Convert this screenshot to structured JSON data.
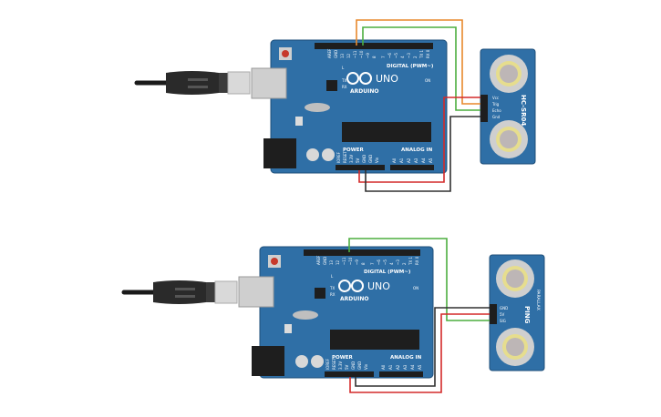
{
  "circuits": [
    {
      "board": {
        "digital_header": "DIGITAL (PWM~)",
        "brand": "ARDUINO",
        "model": "UNO",
        "power_label": "POWER",
        "analog_label": "ANALOG IN",
        "on_label": "ON",
        "tx_label": "TX",
        "rx_label": "RX",
        "l_label": "L",
        "aref_label": "AREF",
        "gnd_label": "GND",
        "digital_pins": [
          "13",
          "12",
          "~11",
          "~10",
          "~9",
          "8",
          "7",
          "~6",
          "~5",
          "4",
          "~3",
          "2",
          "TX 1",
          "RX 0"
        ],
        "power_pins": [
          "IOREF",
          "RESET",
          "3.3V",
          "5V",
          "GND",
          "GND",
          "Vin"
        ],
        "analog_pins": [
          "A0",
          "A1",
          "A2",
          "A3",
          "A4",
          "A5"
        ]
      },
      "sensor": {
        "model": "HC-SR04",
        "pins": [
          "Vcc",
          "Trig",
          "Echo",
          "Gnd"
        ]
      },
      "wire_colors": {
        "trig": "#e8892c",
        "echo": "#4cae3f",
        "vcc": "#d42a2a",
        "gnd": "#303030"
      }
    },
    {
      "board": {
        "digital_header": "DIGITAL (PWM~)",
        "brand": "ARDUINO",
        "model": "UNO",
        "power_label": "POWER",
        "analog_label": "ANALOG IN",
        "on_label": "ON",
        "tx_label": "TX",
        "rx_label": "RX",
        "l_label": "L",
        "aref_label": "AREF",
        "gnd_label": "GND",
        "digital_pins": [
          "13",
          "12",
          "~11",
          "~10",
          "~9",
          "8",
          "7",
          "~6",
          "~5",
          "4",
          "~3",
          "2",
          "TX 1",
          "RX 0"
        ],
        "power_pins": [
          "IOREF",
          "RESET",
          "3.3V",
          "5V",
          "GND",
          "GND",
          "Vin"
        ],
        "analog_pins": [
          "A0",
          "A1",
          "A2",
          "A3",
          "A4",
          "A5"
        ]
      },
      "sensor": {
        "model": "PING",
        "brand": "PARALLAX",
        "pins": [
          "GND",
          "5V",
          "SIG"
        ]
      },
      "wire_colors": {
        "sig": "#4cae3f",
        "vcc": "#d42a2a",
        "gnd": "#303030"
      }
    }
  ]
}
